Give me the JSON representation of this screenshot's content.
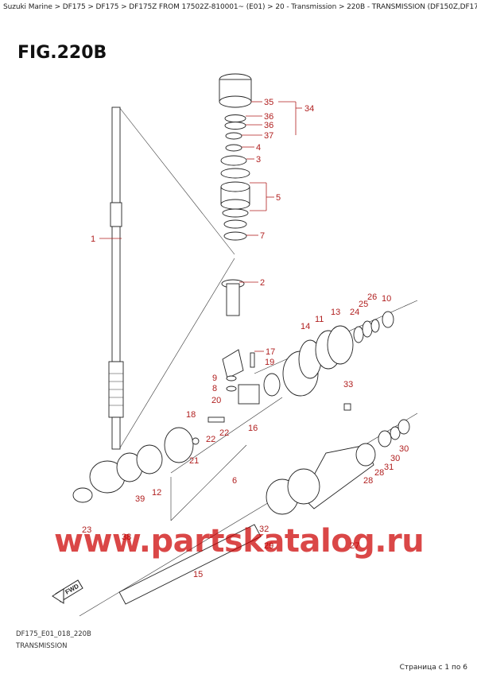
{
  "breadcrumb": "Suzuki Marine > DF175 > DF175 > DF175Z FROM 17502Z-810001~ (E01) > 20 - Transmission > 220B - TRANSMISSION (DF150Z,DF175Z)",
  "figure_title": "FIG.220B",
  "footer": {
    "code": "DF175_E01_018_220B",
    "name": "TRANSMISSION",
    "pager": "Страница с 1 по 6"
  },
  "watermark": "www.partskatalog.ru",
  "direction_label": "FWD",
  "callouts": [
    {
      "id": "c35",
      "text": "35"
    },
    {
      "id": "c34",
      "text": "34"
    },
    {
      "id": "c36a",
      "text": "36"
    },
    {
      "id": "c36b",
      "text": "36"
    },
    {
      "id": "c37",
      "text": "37"
    },
    {
      "id": "c4",
      "text": "4"
    },
    {
      "id": "c3",
      "text": "3"
    },
    {
      "id": "c5",
      "text": "5"
    },
    {
      "id": "c7",
      "text": "7"
    },
    {
      "id": "c1",
      "text": "1"
    },
    {
      "id": "c2",
      "text": "2"
    },
    {
      "id": "c26",
      "text": "26"
    },
    {
      "id": "c10",
      "text": "10"
    },
    {
      "id": "c25",
      "text": "25"
    },
    {
      "id": "c13",
      "text": "13"
    },
    {
      "id": "c24",
      "text": "24"
    },
    {
      "id": "c11",
      "text": "11"
    },
    {
      "id": "c14",
      "text": "14"
    },
    {
      "id": "c17",
      "text": "17"
    },
    {
      "id": "c19",
      "text": "19"
    },
    {
      "id": "c9",
      "text": "9"
    },
    {
      "id": "c8",
      "text": "8"
    },
    {
      "id": "c20",
      "text": "20"
    },
    {
      "id": "c33",
      "text": "33"
    },
    {
      "id": "c18",
      "text": "18"
    },
    {
      "id": "c16",
      "text": "16"
    },
    {
      "id": "c22a",
      "text": "22"
    },
    {
      "id": "c22b",
      "text": "22"
    },
    {
      "id": "c21",
      "text": "21"
    },
    {
      "id": "c6",
      "text": "6"
    },
    {
      "id": "c12",
      "text": "12"
    },
    {
      "id": "c39",
      "text": "39"
    },
    {
      "id": "c23",
      "text": "23"
    },
    {
      "id": "c38",
      "text": "38"
    },
    {
      "id": "c30a",
      "text": "30"
    },
    {
      "id": "c30b",
      "text": "30"
    },
    {
      "id": "c31",
      "text": "31"
    },
    {
      "id": "c28a",
      "text": "28"
    },
    {
      "id": "c28b",
      "text": "28"
    },
    {
      "id": "c32",
      "text": "32"
    },
    {
      "id": "c29",
      "text": "29"
    },
    {
      "id": "c27",
      "text": "27"
    },
    {
      "id": "c15",
      "text": "15"
    }
  ]
}
